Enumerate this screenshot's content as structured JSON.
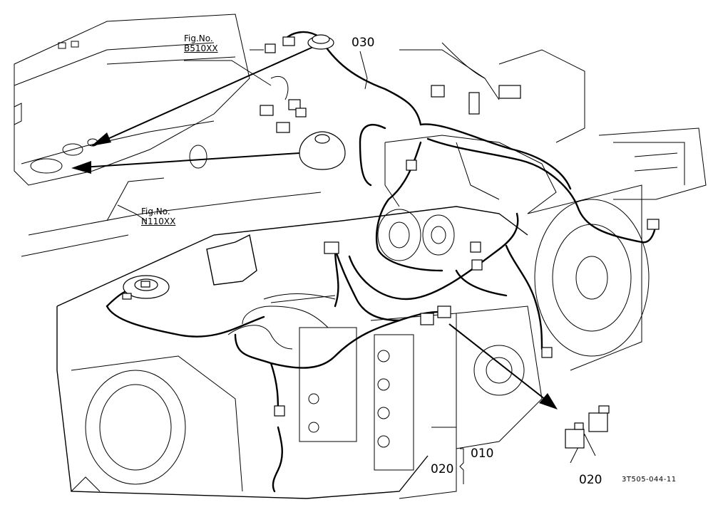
{
  "labels": {
    "fig_b_label": "Fig.No.",
    "fig_b_code": "B510XX",
    "fig_n_label": "Fig.No.",
    "fig_n_code": "N110XX",
    "part_030": "030",
    "part_010": "010",
    "part_020_left": "020",
    "part_020_right": "020",
    "doc_id": "3T505-044-11"
  },
  "icons": [
    "grommet-icon",
    "connector-icon",
    "sensor-icon",
    "arrow-icon"
  ]
}
